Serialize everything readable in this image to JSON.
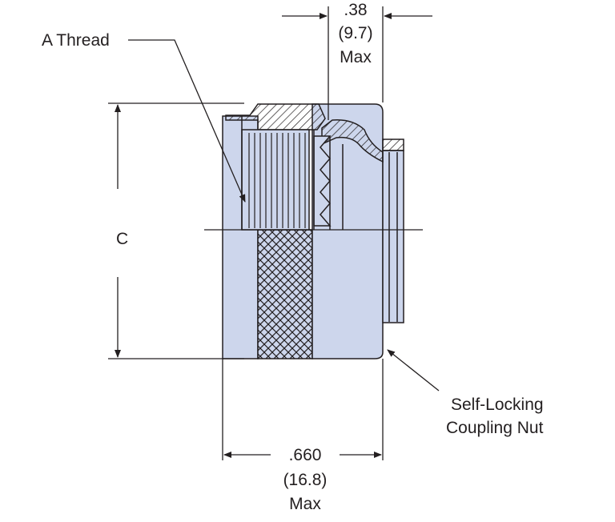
{
  "labels": {
    "a_thread": "A Thread",
    "c_dim": "C",
    "top_dim": {
      "value": ".38",
      "metric": "(9.7)",
      "qualifier": "Max"
    },
    "bottom_dim": {
      "value": ".660",
      "metric": "(16.8)",
      "qualifier": "Max"
    },
    "nut_line1": "Self-Locking",
    "nut_line2": "Coupling Nut"
  },
  "colors": {
    "body_fill": "#cdd6ec",
    "outline": "#231f20",
    "background": "#ffffff"
  }
}
